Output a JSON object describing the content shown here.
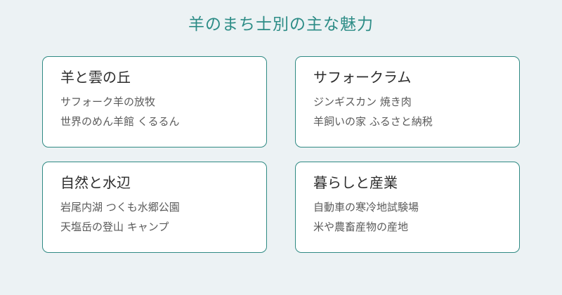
{
  "title": "羊のまち士別の主な魅力",
  "colors": {
    "background": "#ecf2f4",
    "accent": "#2c8c86",
    "card_border": "#2f8a83",
    "card_background": "#ffffff"
  },
  "cards": [
    {
      "title": "羊と雲の丘",
      "lines": [
        "サフォーク羊の放牧",
        "世界のめん羊館 くるるん"
      ]
    },
    {
      "title": "サフォークラム",
      "lines": [
        "ジンギスカン 焼き肉",
        "羊飼いの家 ふるさと納税"
      ]
    },
    {
      "title": "自然と水辺",
      "lines": [
        "岩尾内湖 つくも水郷公園",
        "天塩岳の登山 キャンプ"
      ]
    },
    {
      "title": "暮らしと産業",
      "lines": [
        "自動車の寒冷地試験場",
        "米や農畜産物の産地"
      ]
    }
  ]
}
